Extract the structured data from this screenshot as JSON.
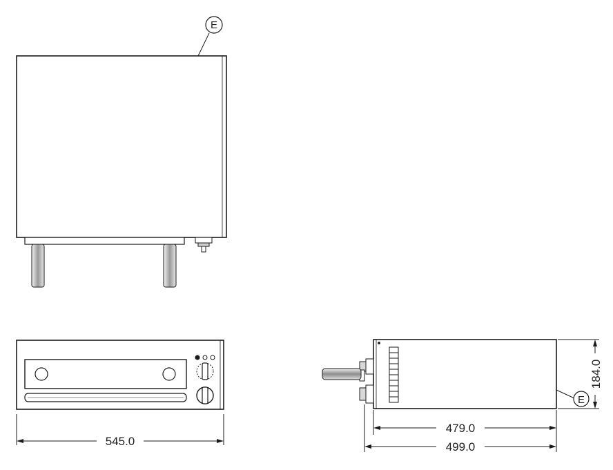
{
  "callouts": {
    "top_view": "E",
    "side_view": "E"
  },
  "dimensions": {
    "front_width": "545.0",
    "side_depth_inner": "479.0",
    "side_depth_outer": "499.0",
    "side_height": "184.0"
  },
  "colors": {
    "line": "#1a1a1a",
    "fill": "#ffffff",
    "shade": "#d9d9d9"
  }
}
